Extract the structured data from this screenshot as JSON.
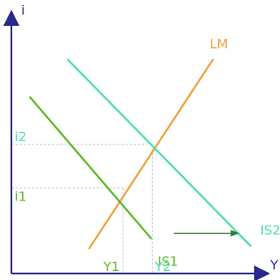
{
  "colors": {
    "axis": "#2a2a8c",
    "is1": "#5cb82a",
    "is2": "#4ce0a8",
    "lm": "#f0a040",
    "guide": "#c8c8c8",
    "shift_arrow": "#2e7d32",
    "axis_label": "#2a2a8c"
  },
  "chart_data": {
    "type": "line",
    "x_axis_label": "Y",
    "y_axis_label": "i",
    "xlim": [
      0,
      10
    ],
    "ylim": [
      0,
      10
    ],
    "grid": false,
    "series": [
      {
        "name": "LM",
        "color_key": "lm",
        "points": [
          [
            2.9,
            1.0
          ],
          [
            7.5,
            8.5
          ]
        ],
        "label_anchor": "end"
      },
      {
        "name": "IS1",
        "color_key": "is1",
        "points": [
          [
            0.7,
            7.0
          ],
          [
            5.2,
            1.4
          ]
        ],
        "label_anchor": "below-end"
      },
      {
        "name": "IS2",
        "color_key": "is2",
        "points": [
          [
            2.1,
            8.5
          ],
          [
            8.9,
            1.1
          ]
        ],
        "label_anchor": "right-end"
      }
    ],
    "equilibria": [
      {
        "x_label": "Y1",
        "y_label": "i1",
        "x": 4.15,
        "y": 3.4
      },
      {
        "x_label": "Y2",
        "y_label": "i2",
        "x": 5.25,
        "y": 5.13
      }
    ],
    "annotations": [
      {
        "type": "arrow",
        "from": [
          6.05,
          1.6
        ],
        "to": [
          8.45,
          1.6
        ],
        "meaning": "IS shift right"
      }
    ]
  }
}
